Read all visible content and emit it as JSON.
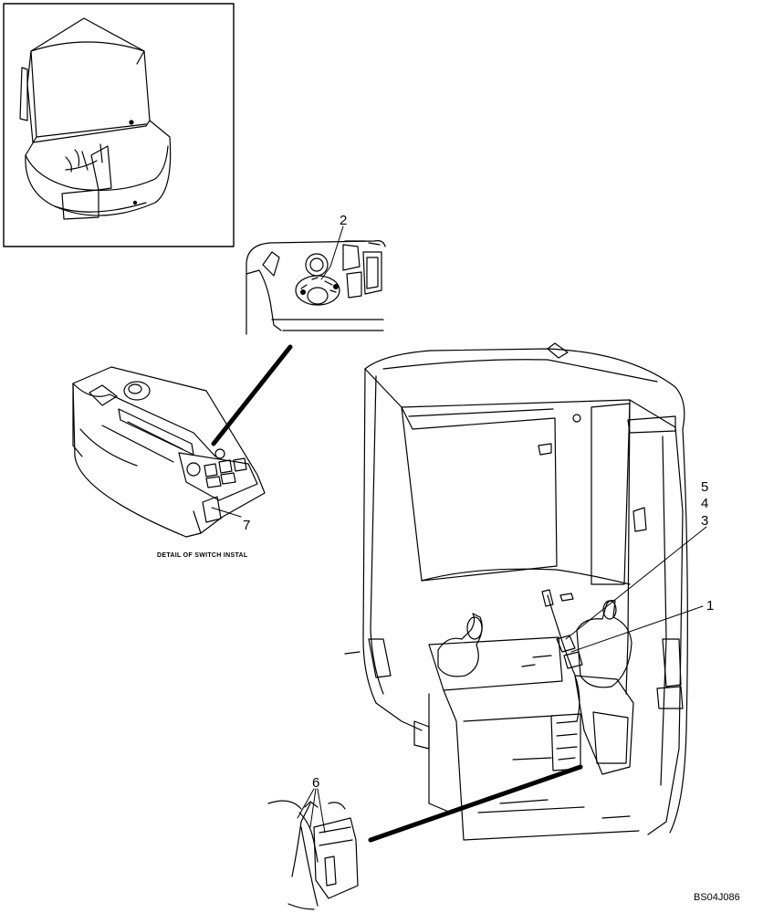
{
  "diagram": {
    "callouts": {
      "p1": "1",
      "p2": "2",
      "p3": "3",
      "p4": "4",
      "p5": "5",
      "p6": "6",
      "p7": "7"
    },
    "detail_caption": "DETAIL OF SWITCH INSTAL",
    "figure_code": "BS04J086"
  },
  "colors": {
    "line": "#000000",
    "background": "#ffffff"
  }
}
